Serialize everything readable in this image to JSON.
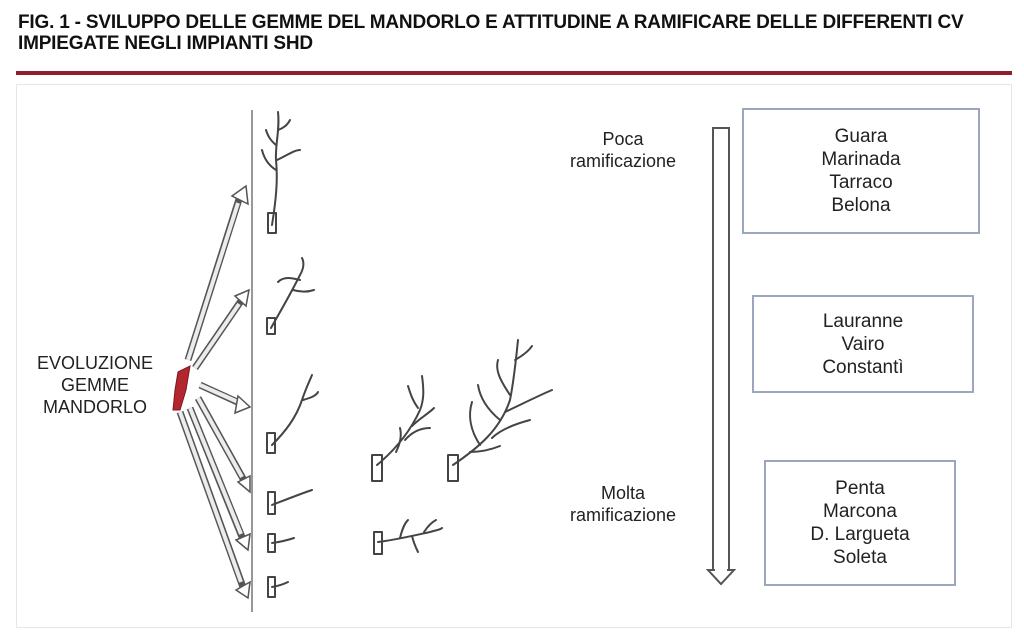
{
  "figure": {
    "title": "FIG. 1 - SVILUPPO DELLE GEMME DEL MANDORLO E ATTITUDINE A RAMIFICARE DELLE DIFFERENTI CV IMPIEGATE NEGLI IMPIANTI SHD",
    "accent_color": "#8e1f2c",
    "bud_color": "#b3262f",
    "box_border_color": "#9aa7bf"
  },
  "left_label": "EVOLUZIONE\nGEMME\nMANDORLO",
  "scale": {
    "top_label": "Poca\nramificazione",
    "bottom_label": "Molta\nramificazione"
  },
  "groups": [
    {
      "cultivars": [
        "Guara",
        "Marinada",
        "Tarraco",
        "Belona"
      ]
    },
    {
      "cultivars": [
        "Lauranne",
        "Vairo",
        "Constantì"
      ]
    },
    {
      "cultivars": [
        "Penta",
        "Marcona",
        "D. Largueta",
        "Soleta"
      ]
    }
  ]
}
